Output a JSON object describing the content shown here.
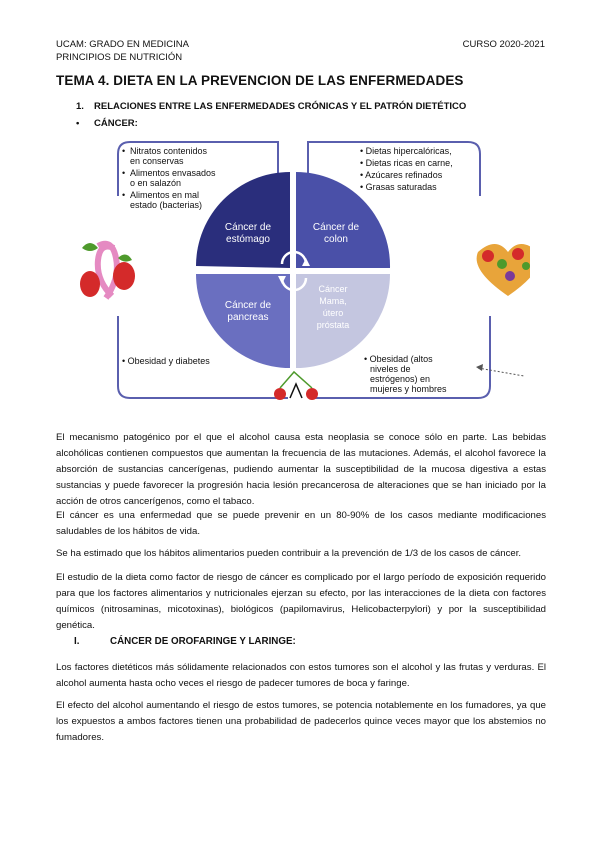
{
  "header": {
    "left_line1": "UCAM: GRADO EN MEDICINA",
    "left_line2": "PRINCIPIOS DE NUTRICIÓN",
    "right": "CURSO 2020-2021"
  },
  "title": "TEMA 4. DIETA EN LA PREVENCION DE LAS ENFERMEDADES",
  "subheading1": {
    "number": "1.",
    "text": "RELACIONES ENTRE LAS ENFERMEDADES CRÓNICAS Y EL PATRÓN DIETÉTICO"
  },
  "subheading2": {
    "bullet": "•",
    "text": "CÁNCER:"
  },
  "figure": {
    "quadrants": [
      {
        "line1": "Cáncer de",
        "line2": "estómago"
      },
      {
        "line1": "Cáncer de",
        "line2": "colon"
      },
      {
        "line1": "Cáncer de",
        "line2": "pancreas"
      },
      {
        "line1": "Cáncer",
        "line2": "Mama,",
        "line3": "útero",
        "line4": "próstata"
      }
    ],
    "box_top_left": [
      {
        "b": "•",
        "l1": "Nitratos contenidos",
        "l2": "en conservas"
      },
      {
        "b": "•",
        "l1": "Alimentos envasados",
        "l2": "o en salazón"
      },
      {
        "b": "•",
        "l1": "Alimentos en mal",
        "l2": "estado (bacterias)"
      }
    ],
    "box_top_right": [
      "• Dietas hipercalóricas,",
      "• Dietas ricas en carne,",
      "• Azúcares refinados",
      "• Grasas saturadas"
    ],
    "box_bottom_left": "• Obesidad y diabetes",
    "box_bottom_right": [
      "• Obesidad (altos",
      "niveles de",
      "estrógenos) en",
      "mujeres y hombres"
    ],
    "colors": {
      "q1": "#2a2e7c",
      "q2": "#4a50a8",
      "q3": "#6a6fc0",
      "q4": "#c4c6e0",
      "frame": "#5a5fae",
      "ribbon": "#e58ac2",
      "strawberry": "#d42a2a",
      "leaf": "#4e9a2c"
    }
  },
  "paragraphs": [
    "El mecanismo patogénico por el que el alcohol causa esta neoplasia se conoce sólo en parte. Las bebidas alcohólicas contienen compuestos que aumentan la frecuencia de las mutaciones. Además, el alcohol favorece la absorción de sustancias cancerígenas, pudiendo aumentar la susceptibilidad de la mucosa digestiva a estas sustancias y puede favorecer la progresión hacia lesión precancerosa de alteraciones que se han iniciado por la acción de otros cancerígenos, como el tabaco.",
    "El cáncer es una enfermedad que se puede prevenir en un 80-90% de los casos mediante modificaciones saludables de los hábitos de vida.",
    "Se ha estimado que los hábitos alimentarios pueden contribuir a la prevención de 1/3 de los casos de cáncer.",
    "El estudio de la dieta como factor de riesgo de cáncer es complicado por el largo período de exposición requerido para que los factores alimentarios y nutricionales ejerzan su efecto, por las interacciones de la dieta con factores químicos (nitrosaminas, micotoxinas), biológicos (papilomavirus, Helicobacterpylori) y por la susceptibilidad genética.",
    "Los factores dietéticos más sólidamente relacionados con estos tumores son el alcohol y las frutas y verduras. El alcohol aumenta hasta ocho veces el riesgo de padecer tumores de boca y faringe.",
    "El efecto del alcohol aumentando el riesgo de estos tumores, se potencia notablemente en los fumadores, ya que los expuestos a ambos factores tienen una probabilidad de padecerlos quince veces mayor que los abstemios no fumadores."
  ],
  "section": {
    "number": "I.",
    "text": "CÁNCER DE OROFARINGE Y LARINGE:"
  }
}
